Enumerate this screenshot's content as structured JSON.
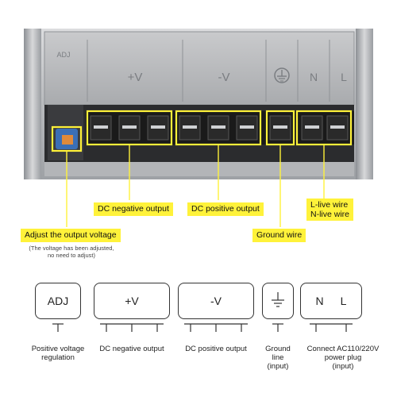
{
  "panel_markings": {
    "plus_v": "+V",
    "minus_v": "-V",
    "n": "N",
    "l": "L",
    "adj": "ADJ"
  },
  "callouts": {
    "dc_negative": "DC negative output",
    "dc_positive": "DC positive output",
    "l_live": "L-live wire",
    "n_live": "N-live wire",
    "ground": "Ground wire",
    "adjust": "Adjust the output voltage",
    "adjust_note_1": "(The voltage has been adjusted,",
    "adjust_note_2": "no need to adjust)"
  },
  "schematic": {
    "adj_box": "ADJ",
    "plus_v_box": "+V",
    "minus_v_box": "-V",
    "n_label": "N",
    "l_label": "L",
    "captions": {
      "positive_reg_1": "Positive voltage",
      "positive_reg_2": "regulation",
      "dc_negative": "DC negative output",
      "dc_positive": "DC positive output",
      "ground_1": "Ground",
      "ground_2": "line",
      "ground_3": "(input)",
      "connect_1": "Connect AC110/220V",
      "connect_2": "power plug",
      "connect_3": "(input)"
    }
  },
  "colors": {
    "highlight_yellow": "#fff23a",
    "metal": "#bfc1c3",
    "terminal_black": "#1a1a1a"
  }
}
